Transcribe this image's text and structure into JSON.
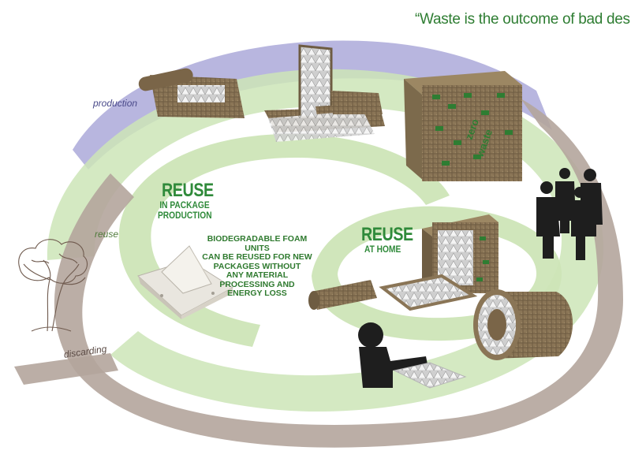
{
  "quote": "“Waste is the outcome of bad design”",
  "reuse_production": {
    "title": "REUSE",
    "subtitle": [
      "IN PACKAGE",
      "PRODUCTION"
    ]
  },
  "reuse_home": {
    "title": "REUSE",
    "subtitle": "AT HOME"
  },
  "foam_description": [
    "BIODEGRADABLE FOAM UNITS",
    "CAN BE REUSED FOR NEW",
    "PACKAGES  WITHOUT",
    "ANY MATERIAL",
    "PROCESSING AND",
    "ENERGY LOSS"
  ],
  "path_labels": {
    "production": "production",
    "reuse": "reuse",
    "discarding": "discarding"
  },
  "box_logo": [
    "zero",
    "waste"
  ],
  "colors": {
    "production_band": "#b0aedc",
    "reuse_band": "#cde5b7",
    "discard_band": "#b4a59c",
    "text_green": "#2f8a3a",
    "burlap": "#8a7556"
  }
}
